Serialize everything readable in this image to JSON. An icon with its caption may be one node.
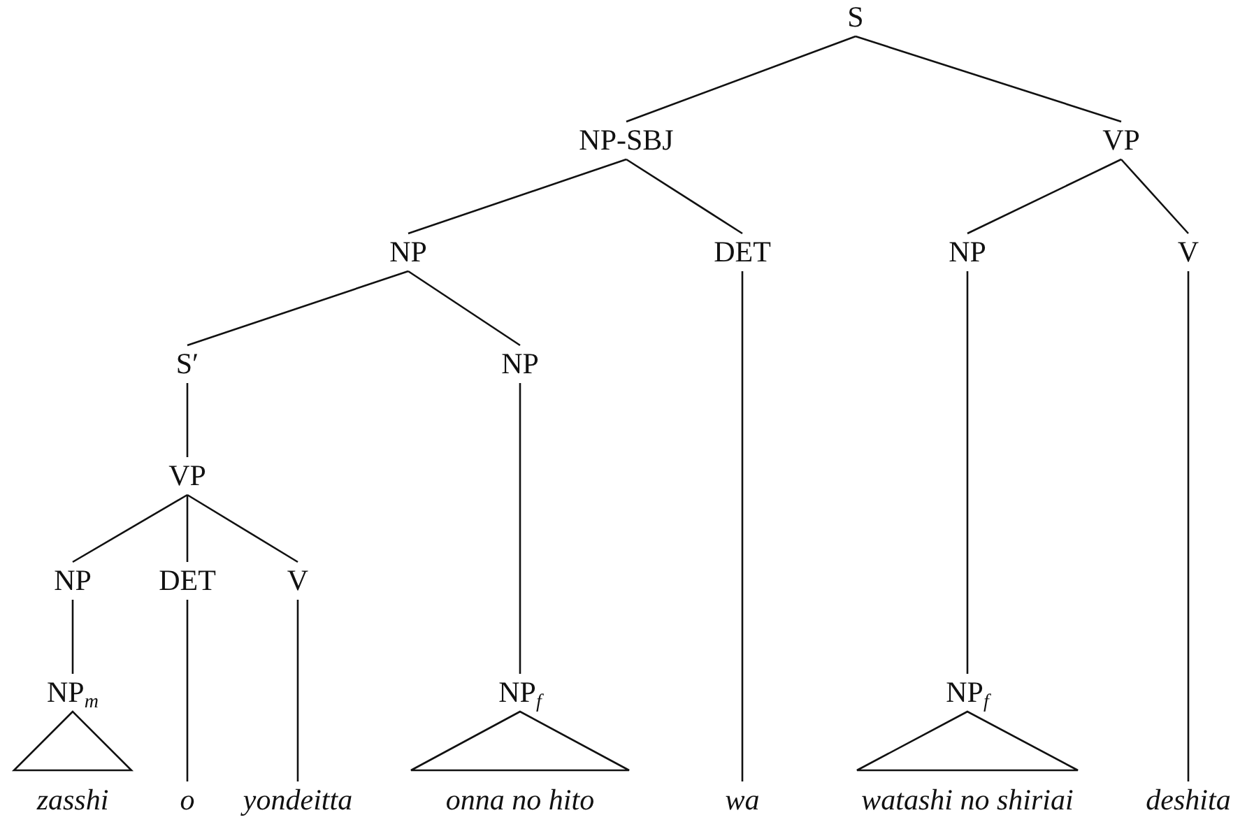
{
  "diagram": {
    "nodes": [
      {
        "text": [
          "S"
        ]
      },
      {
        "text": [
          "NP-SBJ"
        ]
      },
      {
        "text": [
          "VP"
        ]
      },
      {
        "text": [
          "NP"
        ]
      },
      {
        "text": [
          "DET"
        ]
      },
      {
        "text": [
          "NP"
        ]
      },
      {
        "text": [
          "V"
        ]
      },
      {
        "text": [
          "S′"
        ]
      },
      {
        "text": [
          "NP"
        ]
      },
      {
        "text": [
          "VP"
        ]
      },
      {
        "text": [
          "NP"
        ]
      },
      {
        "text": [
          "DET"
        ]
      },
      {
        "text": [
          "V"
        ]
      },
      {
        "text": [
          "NP$_{m}$"
        ]
      },
      {
        "text": [
          "NP$_{f}$"
        ]
      },
      {
        "text": [
          "NP$_{f}$"
        ]
      },
      {
        "text": [
          "zasshi"
        ]
      },
      {
        "text": [
          "o"
        ]
      },
      {
        "text": [
          "yondeitta"
        ]
      },
      {
        "text": [
          "onna no hito"
        ]
      },
      {
        "text": [
          "wa"
        ]
      },
      {
        "text": [
          "watashi no shiriai"
        ]
      },
      {
        "text": [
          "deshita"
        ]
      }
    ],
    "edges": [
      {
        "from": 0,
        "to": 1,
        "arrow": "none"
      },
      {
        "from": 0,
        "to": 2,
        "arrow": "none"
      },
      {
        "from": 1,
        "to": 3,
        "arrow": "none"
      },
      {
        "from": 1,
        "to": 4,
        "arrow": "none"
      },
      {
        "from": 2,
        "to": 5,
        "arrow": "none"
      },
      {
        "from": 2,
        "to": 6,
        "arrow": "none"
      },
      {
        "from": 3,
        "to": 7,
        "arrow": "none"
      },
      {
        "from": 3,
        "to": 8,
        "arrow": "none"
      },
      {
        "from": 7,
        "to": 9,
        "arrow": "none"
      },
      {
        "from": 9,
        "to": 10,
        "arrow": "none"
      },
      {
        "from": 9,
        "to": 11,
        "arrow": "none"
      },
      {
        "from": 9,
        "to": 12,
        "arrow": "none"
      },
      {
        "from": 10,
        "to": 13,
        "arrow": "none"
      },
      {
        "from": 8,
        "to": 14,
        "arrow": "none"
      },
      {
        "from": 5,
        "to": 15,
        "arrow": "none"
      },
      {
        "from": 13,
        "to": 16,
        "arrow": "none"
      },
      {
        "from": 11,
        "to": 17,
        "arrow": "none"
      },
      {
        "from": 12,
        "to": 18,
        "arrow": "none"
      },
      {
        "from": 14,
        "to": 19,
        "arrow": "none"
      },
      {
        "from": 4,
        "to": 20,
        "arrow": "none"
      },
      {
        "from": 15,
        "to": 21,
        "arrow": "none"
      },
      {
        "from": 6,
        "to": 22,
        "arrow": "none"
      }
    ]
  }
}
